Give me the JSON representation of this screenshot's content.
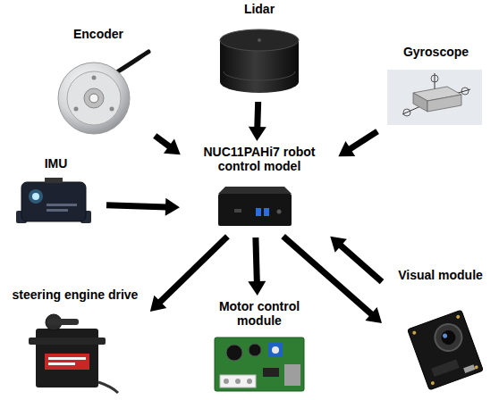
{
  "diagram": {
    "nodes": [
      {
        "text": [
          "Encoder"
        ]
      },
      {
        "text": [
          "Lidar"
        ]
      },
      {
        "text": [
          "Gyroscope"
        ]
      },
      {
        "text": [
          "IMU"
        ]
      },
      {
        "text": [
          "NUC11PAHi7 robot control model"
        ]
      },
      {
        "text": [
          "steering engine drive"
        ]
      },
      {
        "text": [
          "Motor control module"
        ]
      },
      {
        "text": [
          "Visual module"
        ]
      }
    ],
    "edges": [
      {
        "from": 0,
        "to": 4,
        "arrow": "to"
      },
      {
        "from": 1,
        "to": 4,
        "arrow": "to"
      },
      {
        "from": 2,
        "to": 4,
        "arrow": "to"
      },
      {
        "from": 3,
        "to": 4,
        "arrow": "to"
      },
      {
        "from": 4,
        "to": 5,
        "arrow": "to"
      },
      {
        "from": 4,
        "to": 6,
        "arrow": "to"
      },
      {
        "from": 4,
        "to": 7,
        "arrow": "to"
      },
      {
        "from": 7,
        "to": 4,
        "arrow": "to"
      }
    ]
  }
}
